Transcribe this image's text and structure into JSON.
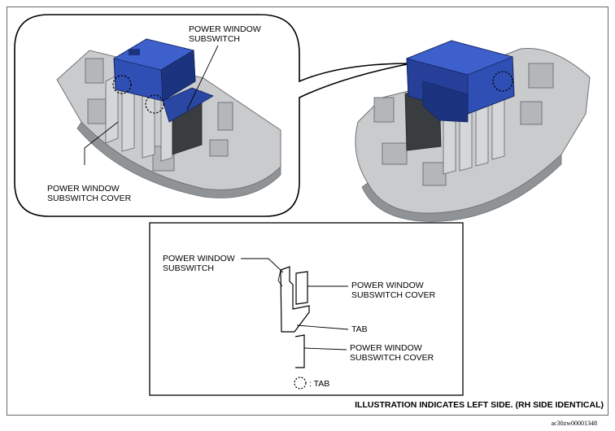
{
  "labels": {
    "subswitch_top": "POWER WINDOW\nSUBSWITCH",
    "cover_top": "POWER WINDOW\nSUBSWITCH COVER",
    "detail_subswitch": "POWER WINDOW\nSUBSWITCH",
    "detail_cover_upper": "POWER WINDOW\nSUBSWITCH COVER",
    "detail_tab": "TAB",
    "detail_cover_lower": "POWER WINDOW\nSUBSWITCH COVER",
    "legend_tab": ": TAB"
  },
  "footer": "ILLUSTRATION INDICATES LEFT SIDE. (RH SIDE IDENTICAL)",
  "figure_code": "ac30zw00001348",
  "colors": {
    "switch_blue": "#2f4fb5",
    "switch_blue_dark": "#1c3380",
    "cover_gray": "#c9cbcd",
    "cover_gray_dark": "#8f9396",
    "frame": "#6a6a6a"
  }
}
